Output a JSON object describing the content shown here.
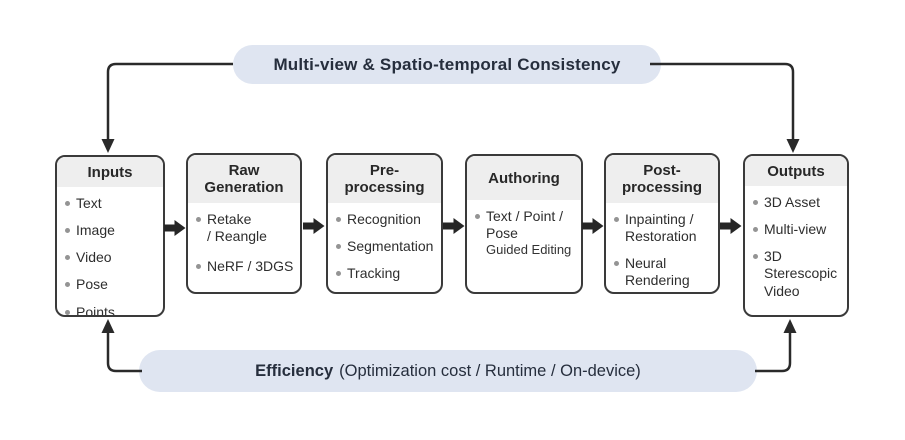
{
  "banners": {
    "top": {
      "label": "Multi-view & Spatio-temporal Consistency"
    },
    "bottom": {
      "bold": "Efficiency",
      "rest": "(Optimization cost / Runtime / On-device)"
    }
  },
  "stages": [
    {
      "title": "Inputs",
      "items": [
        "Text",
        "Image",
        "Video",
        "Pose",
        "Points"
      ]
    },
    {
      "title": "Raw\nGeneration",
      "items": [
        "Retake\n/ Reangle",
        "NeRF / 3DGS"
      ]
    },
    {
      "title": "Pre-\nprocessing",
      "items": [
        "Recognition",
        "Segmentation",
        "Tracking"
      ]
    },
    {
      "title": "Authoring",
      "items": [
        "Text / Point /\nPose"
      ],
      "subitem": "Guided Editing"
    },
    {
      "title": "Post-\nprocessing",
      "items": [
        "Inpainting /\nRestoration",
        "Neural\nRendering"
      ]
    },
    {
      "title": "Outputs",
      "items": [
        "3D Asset",
        "Multi-view",
        "3D\nSterescopic\nVideo"
      ]
    }
  ],
  "icons": {
    "flow_arrow": "thick-black-right-arrow",
    "connector_arrowhead": "black-triangle"
  },
  "colors": {
    "pill_background": "#dfe5f1",
    "box_border": "#3a3a3a",
    "header_band": "#eeeeee",
    "arrow": "#2a2a2a",
    "text": "#2e2e2e",
    "bullet": "#949494",
    "background": "#ffffff"
  }
}
